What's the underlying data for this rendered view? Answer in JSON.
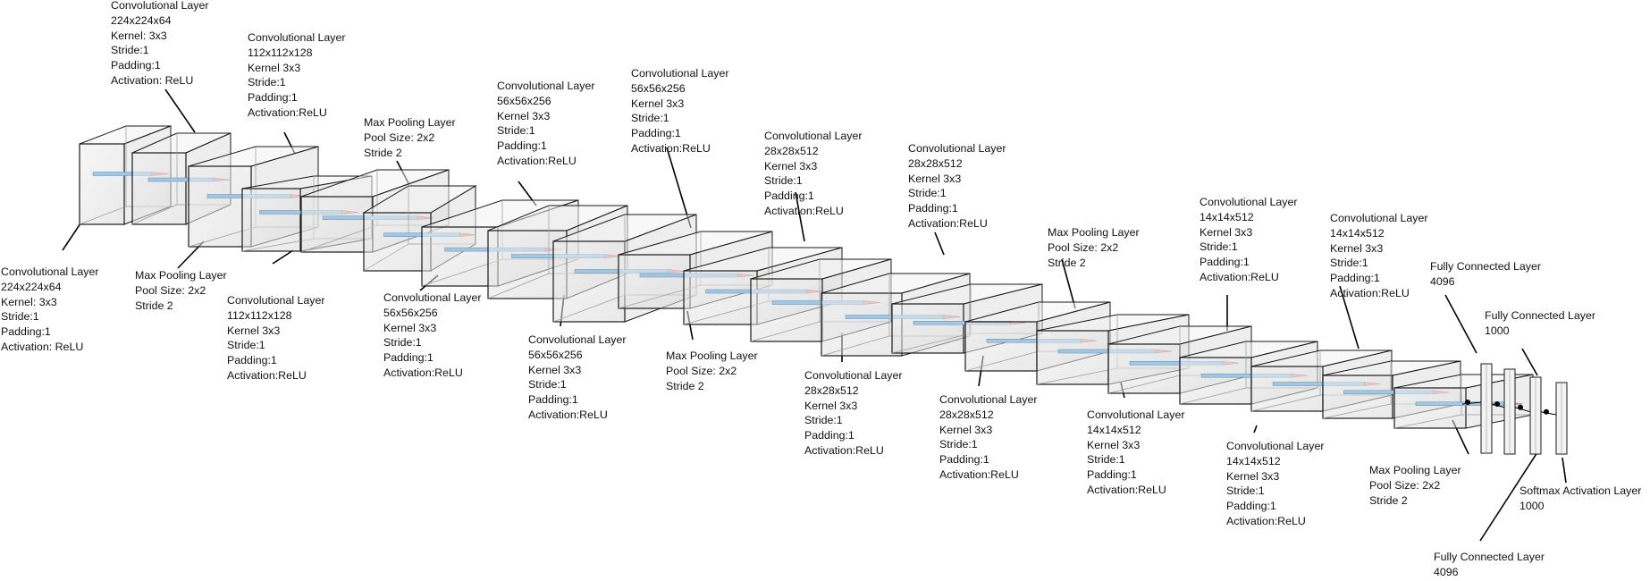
{
  "colors": {
    "box_stroke": "#1a1a1a",
    "box_fill": "#d9d9d9",
    "filter_blue": "#9fc8e6",
    "filter_red": "#e7a39c",
    "leader": "#000000"
  },
  "labels": [
    {
      "id": "L1",
      "lines": [
        "Convolutional Layer",
        "224x224x64",
        "Kernel: 3x3",
        "Stride:1",
        "Padding:1",
        "Activation: ReLU"
      ]
    },
    {
      "id": "L2",
      "lines": [
        "Convolutional Layer",
        "224x224x64",
        "Kernel: 3x3",
        "Stride:1",
        "Padding:1",
        "Activation: ReLU"
      ]
    },
    {
      "id": "L3",
      "lines": [
        "Max Pooling Layer",
        "Pool Size: 2x2",
        "Stride 2"
      ]
    },
    {
      "id": "L4",
      "lines": [
        "Convolutional Layer",
        "112x112x128",
        "Kernel 3x3",
        "Stride:1",
        "Padding:1",
        "Activation:ReLU"
      ]
    },
    {
      "id": "L5",
      "lines": [
        "Convolutional Layer",
        "112x112x128",
        "Kernel 3x3",
        "Stride:1",
        "Padding:1",
        "Activation:ReLU"
      ]
    },
    {
      "id": "L6",
      "lines": [
        "Max Pooling Layer",
        "Pool Size: 2x2",
        "Stride 2"
      ]
    },
    {
      "id": "L7",
      "lines": [
        "Convolutional Layer",
        "56x56x256",
        "Kernel 3x3",
        "Stride:1",
        "Padding:1",
        "Activation:ReLU"
      ]
    },
    {
      "id": "L8",
      "lines": [
        "Convolutional Layer",
        "56x56x256",
        "Kernel 3x3",
        "Stride:1",
        "Padding:1",
        "Activation:ReLU"
      ]
    },
    {
      "id": "L9",
      "lines": [
        "Convolutional Layer",
        "56x56x256",
        "Kernel 3x3",
        "Stride:1",
        "Padding:1",
        "Activation:ReLU"
      ]
    },
    {
      "id": "L10",
      "lines": [
        "Max Pooling Layer",
        "Pool Size: 2x2",
        "Stride 2"
      ]
    },
    {
      "id": "L11",
      "lines": [
        "Convolutional Layer",
        "28x28x512",
        "Kernel 3x3",
        "Stride:1",
        "Padding:1",
        "Activation:ReLU"
      ]
    },
    {
      "id": "L12",
      "lines": [
        "Convolutional Layer",
        "28x28x512",
        "Kernel 3x3",
        "Stride:1",
        "Padding:1",
        "Activation:ReLU"
      ]
    },
    {
      "id": "L13",
      "lines": [
        "Convolutional Layer",
        "28x28x512",
        "Kernel 3x3",
        "Stride:1",
        "Padding:1",
        "Activation:ReLU"
      ]
    },
    {
      "id": "L14",
      "lines": [
        "Convolutional Layer",
        "28x28x512",
        "Kernel 3x3",
        "Stride:1",
        "Padding:1",
        "Activation:ReLU"
      ]
    },
    {
      "id": "L15",
      "lines": [
        "Max Pooling Layer",
        "Pool Size: 2x2",
        "Stride 2"
      ]
    },
    {
      "id": "L16",
      "lines": [
        "Convolutional Layer",
        "14x14x512",
        "Kernel 3x3",
        "Stride:1",
        "Padding:1",
        "Activation:ReLU"
      ]
    },
    {
      "id": "L17",
      "lines": [
        "Convolutional Layer",
        "14x14x512",
        "Kernel 3x3",
        "Stride:1",
        "Padding:1",
        "Activation:ReLU"
      ]
    },
    {
      "id": "L18",
      "lines": [
        "Convolutional Layer",
        "14x14x512",
        "Kernel 3x3",
        "Stride:1",
        "Padding:1",
        "Activation:ReLU"
      ]
    },
    {
      "id": "L19",
      "lines": [
        "Convolutional Layer",
        "14x14x512",
        "Kernel 3x3",
        "Stride:1",
        "Padding:1",
        "Activation:ReLU"
      ]
    },
    {
      "id": "L20",
      "lines": [
        "Max Pooling Layer",
        "Pool Size: 2x2",
        "Stride 2"
      ]
    },
    {
      "id": "L21",
      "lines": [
        "Fully Connected Layer",
        "4096"
      ]
    },
    {
      "id": "L22",
      "lines": [
        "Fully Connected Layer",
        "4096"
      ]
    },
    {
      "id": "L23",
      "lines": [
        "Fully Connected Layer",
        "1000"
      ]
    },
    {
      "id": "L24",
      "lines": [
        "Softmax Activation Layer",
        "1000"
      ]
    }
  ]
}
